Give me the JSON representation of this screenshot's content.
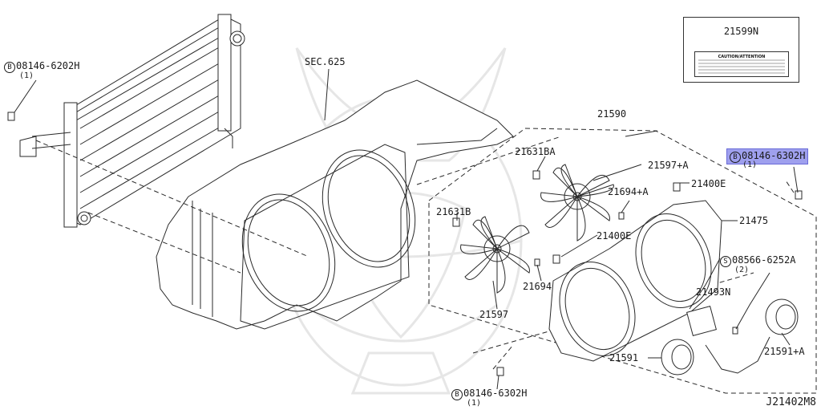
{
  "labels": {
    "sec625": "SEC.625",
    "p21590": "21590",
    "p21631BA": "21631BA",
    "p21597A": "21597+A",
    "p21400E_upper": "21400E",
    "p21694A": "21694+A",
    "p21631B": "21631B",
    "p21475": "21475",
    "p21400E_lower": "21400E",
    "p21694": "21694",
    "p21597": "21597",
    "p21493N": "21493N",
    "p21591": "21591",
    "p21591A": "21591+A"
  },
  "bolts": {
    "left": {
      "symbol": "B",
      "code": "08146-6202H",
      "qty": "(1)"
    },
    "right": {
      "symbol": "B",
      "code": "08146-6302H",
      "qty": "(1)"
    },
    "screw": {
      "symbol": "S",
      "code": "08566-6252A",
      "qty": "(2)"
    },
    "bottom": {
      "symbol": "B",
      "code": "08146-6302H",
      "qty": "(1)"
    }
  },
  "caution": {
    "part_number": "21599N",
    "label_text": "CAUTION/ATTENTION"
  },
  "diagram_code": "J21402M8",
  "colors": {
    "line": "#2a2a2a",
    "highlight": "#9fa0ee",
    "watermark": "#e6e6e6"
  }
}
